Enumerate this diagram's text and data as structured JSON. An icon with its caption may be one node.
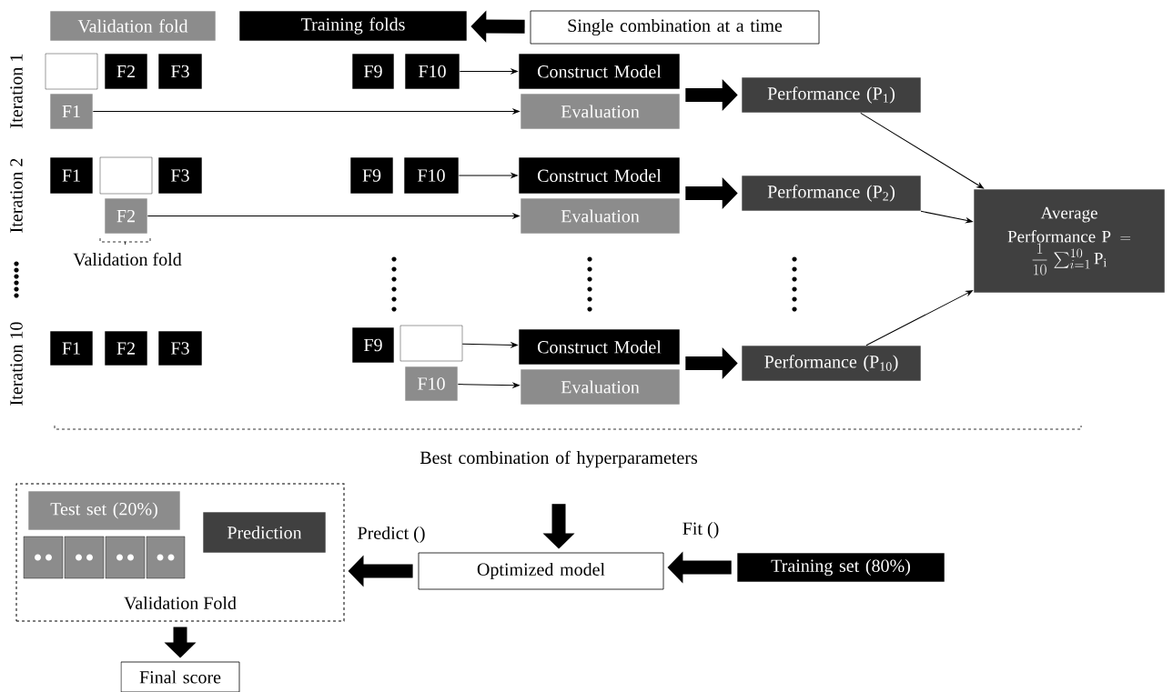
{
  "diagram": {
    "nodes": [
      {
        "text": [
          "Validation fold"
        ]
      },
      {
        "text": [
          "Training folds"
        ]
      },
      {
        "text": [
          "Single combination at a time"
        ]
      },
      {
        "text": [],
        "shape": "box"
      },
      {
        "text": [
          "F2"
        ]
      },
      {
        "text": [
          "F3"
        ]
      },
      {
        "text": [
          "F9"
        ]
      },
      {
        "text": [
          "F10"
        ]
      },
      {
        "text": [
          "Construct Model"
        ]
      },
      {
        "text": [
          "F1"
        ]
      },
      {
        "text": [
          "Evaluation"
        ]
      },
      {
        "text": [
          "Performance (P$_{1}$)"
        ]
      },
      {
        "text": [
          "F1"
        ]
      },
      {
        "text": [],
        "shape": "box"
      },
      {
        "text": [
          "F3"
        ]
      },
      {
        "text": [
          "F9"
        ]
      },
      {
        "text": [
          "F10"
        ]
      },
      {
        "text": [
          "Construct Model"
        ]
      },
      {
        "text": [
          "F2"
        ]
      },
      {
        "text": [
          "Evaluation"
        ]
      },
      {
        "text": [
          "Performance (P$_{2}$)"
        ]
      },
      {
        "text": [
          "Average",
          "\\text{Performance P} = \\dfrac{1}{10}\\allowbreak\\,\\sum_{i=1}^{10} \\mathrm{P}_{\\mathrm{i}}"
        ]
      },
      {
        "text": [
          "F1"
        ]
      },
      {
        "text": [
          "F2"
        ]
      },
      {
        "text": [
          "F3"
        ]
      },
      {
        "text": [
          "F9"
        ]
      },
      {
        "text": [],
        "shape": "box"
      },
      {
        "text": [
          "Construct Model"
        ]
      },
      {
        "text": [
          "F10"
        ]
      },
      {
        "text": [
          "Evaluation"
        ]
      },
      {
        "text": [
          "Performance (P$_{10}$)"
        ]
      },
      {
        "text": [
          "Best combination of hyperparameters"
        ]
      },
      {
        "text": [
          "Validation Fold"
        ]
      },
      {
        "text": [
          "Test set (20%)"
        ],
        "in": 32
      },
      {
        "text": [],
        "shape": "box",
        "in": 32
      },
      {
        "text": [],
        "shape": "box",
        "in": 32
      },
      {
        "text": [],
        "shape": "box",
        "in": 32
      },
      {
        "text": [],
        "shape": "box",
        "in": 32
      },
      {
        "text": [
          "Prediction"
        ],
        "in": 32
      },
      {
        "text": [
          "Optimized model"
        ]
      },
      {
        "text": [
          "Training set (80%)"
        ]
      },
      {
        "text": [
          "Final score"
        ]
      }
    ],
    "edges": [
      {
        "from": 2,
        "to": 1,
        "arrow": "to",
        "style": "thick"
      },
      {
        "from": 7,
        "to": 8,
        "arrow": "to"
      },
      {
        "from": 9,
        "to": 10,
        "arrow": "to"
      },
      {
        "from": 8,
        "to": 11,
        "arrow": "to",
        "style": "thick"
      },
      {
        "from": 16,
        "to": 17,
        "arrow": "to"
      },
      {
        "from": 18,
        "to": 19,
        "arrow": "to"
      },
      {
        "from": 17,
        "to": 20,
        "arrow": "to",
        "style": "thick"
      },
      {
        "from": 26,
        "to": 27,
        "arrow": "to"
      },
      {
        "from": 28,
        "to": 29,
        "arrow": "to"
      },
      {
        "from": 27,
        "to": 30,
        "arrow": "to",
        "style": "thick"
      },
      {
        "from": 11,
        "to": 21,
        "arrow": "to"
      },
      {
        "from": 20,
        "to": 21,
        "arrow": "to"
      },
      {
        "from": 30,
        "to": 21,
        "arrow": "to"
      },
      {
        "from": 31,
        "to": 39,
        "arrow": "to",
        "style": "thick"
      },
      {
        "from": 40,
        "to": 39,
        "arrow": "to",
        "style": "thick",
        "label": "Fit ()"
      },
      {
        "from": 39,
        "to": 32,
        "arrow": "to",
        "style": "thick",
        "label": "Predict ()"
      },
      {
        "from": 32,
        "to": 41,
        "arrow": "to",
        "style": "thick"
      }
    ],
    "labels": [
      "Iteration 1",
      "Iteration 2",
      "Validation fold",
      "Iteration 10"
    ]
  }
}
